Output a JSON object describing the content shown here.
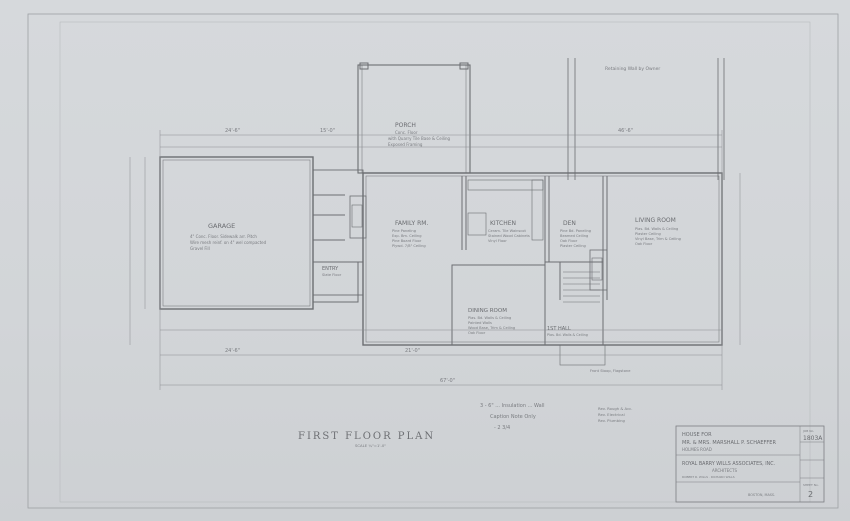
{
  "title": {
    "main": "FIRST FLOOR PLAN",
    "scale": "SCALE ¼\"=1'-0\""
  },
  "rooms": {
    "garage": {
      "name": "GARAGE",
      "lines": [
        "4\" Conc. Floor. Sidewalk arr. Pitch",
        "Wire mesh reinf. on 4\" wel compacted",
        "Gravel Fill"
      ]
    },
    "porch": {
      "name": "PORCH",
      "lines": [
        "Conc. Floor",
        "with Quarry Tile Base & Ceiling",
        "Exposed Framing"
      ]
    },
    "family": {
      "name": "FAMILY RM.",
      "lines": [
        "Pine Paneling",
        "Exp. Bm. Ceiling",
        "Pine Board Floor",
        "Plywd. 7/8\" Ceiling"
      ]
    },
    "kitchen": {
      "name": "KITCHEN",
      "lines": [
        "Ceram. Tile Wainscot",
        "Stained Wood Cabinets",
        "Vinyl Floor"
      ]
    },
    "den": {
      "name": "DEN",
      "lines": [
        "Pine Bd. Paneling",
        "Beamed Ceiling",
        "Oak Floor",
        "Plaster Ceiling"
      ]
    },
    "living": {
      "name": "LIVING ROOM",
      "lines": [
        "Plas. Bd. Walls & Ceiling",
        "Plaster Ceiling",
        "Vinyl Base, Trim & Ceiling",
        "Oak Floor"
      ]
    },
    "dining": {
      "name": "DINING ROOM",
      "lines": [
        "Plas. Bd. Walls & Ceiling",
        "Painted Walls",
        "Wood Base, Trim & Ceiling",
        "Oak Floor"
      ]
    },
    "entry": {
      "name": "ENTRY",
      "lines": [
        "Slate Floor"
      ]
    },
    "hall": {
      "name": "1ST HALL",
      "lines": [
        "Plas. Bd. Walls & Ceiling"
      ]
    }
  },
  "notes": {
    "retaining_wall": "Retaining Wall by Owner",
    "pencil_note_1": "3 - 6\" ... Insulation ... Wall",
    "pencil_note_2": "Caption Note Only",
    "pencil_note_3": "- 2 3/4",
    "right_note_1": "Rev. Rough & Acc.",
    "right_note_2": "Rev. Electrical",
    "right_note_3": "Rev. Plumbing",
    "stoop_note": "Front Stoop, Flagstone",
    "overall_dim": "67'-0\""
  },
  "title_block": {
    "line1": "HOUSE FOR",
    "line2": "MR. & MRS. MARSHALL P. SCHAEFFER",
    "line3": "HOLMES ROAD",
    "firm": "ROYAL BARRY WILLS ASSOCIATES, INC.",
    "firm_sub": "ARCHITECTS",
    "names": "ROBERT R. WILLS · RICHARD WILLS",
    "address": "BOSTON, MASS.",
    "job_label": "JOB No.",
    "job_no": "1803A",
    "sheet_label": "SHEET No.",
    "sheet_no": "2"
  },
  "dimensions": {
    "garage_w": "24'-6\"",
    "mid_w": "15'-0\"",
    "top_right": "46'-6\"",
    "bottom_a": "24'-6\"",
    "bottom_b": "21'-0\"",
    "bottom_total": "67'-0\""
  }
}
